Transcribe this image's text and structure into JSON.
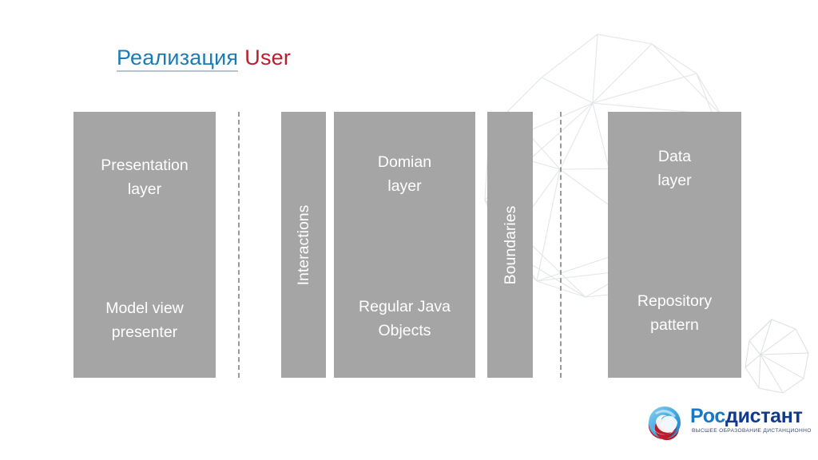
{
  "slide": {
    "background_color": "#ffffff",
    "box_color": "#a5a5a5",
    "box_text_color": "#ffffff",
    "separator_color": "#9a9a9a"
  },
  "title": {
    "text_ru": "Реализация",
    "text_en": "User",
    "color_ru": "#1b7cb5",
    "color_en": "#be1b2d"
  },
  "diagram": {
    "columns": [
      {
        "name": "presentation-layer",
        "orientation": "horizontal",
        "top_label": "Presentation\nlayer",
        "bottom_label": "Model view\npresenter"
      },
      {
        "name": "interactions",
        "orientation": "vertical",
        "label": "Interactions"
      },
      {
        "name": "domain-layer",
        "orientation": "horizontal",
        "top_label": "Domian\nlayer",
        "bottom_label": "Regular Java\nObjects"
      },
      {
        "name": "boundaries",
        "orientation": "vertical",
        "label": "Boundaries"
      },
      {
        "name": "data-layer",
        "orientation": "horizontal",
        "top_label": "Data\nlayer",
        "bottom_label": "Repository\npattern"
      }
    ],
    "separators": 2
  },
  "logo": {
    "word_part_1": "Рос",
    "word_part_2": "дистант",
    "tagline": "ВЫСШЕЕ ОБРАЗОВАНИЕ ДИСТАНЦИОННО",
    "color_1": "#1878c4",
    "color_2": "#123a8c"
  }
}
